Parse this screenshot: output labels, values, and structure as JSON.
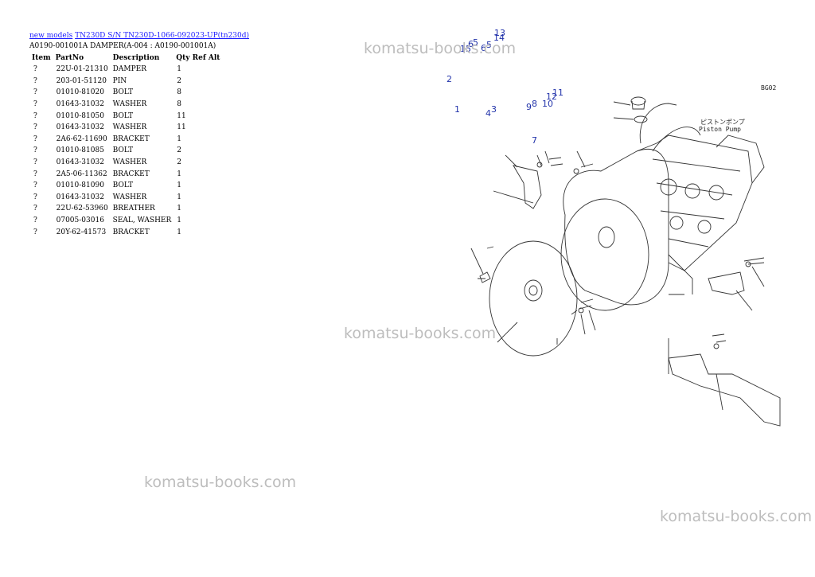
{
  "breadcrumb": {
    "link1": "new models",
    "link2": "TN230D S/N TN230D-1066-092023-UP(tn230d)"
  },
  "subtitle": "A0190-001001A DAMPER(A-004 : A0190-001001A)",
  "table": {
    "headers": [
      "Item",
      "PartNo",
      "Description",
      "Qty Ref Alt"
    ],
    "rows": [
      {
        "item": "?",
        "part": "22U-01-21310",
        "desc": "DAMPER",
        "qty": "1"
      },
      {
        "item": "?",
        "part": "203-01-51120",
        "desc": "PIN",
        "qty": "2"
      },
      {
        "item": "?",
        "part": "01010-81020",
        "desc": "BOLT",
        "qty": "8"
      },
      {
        "item": "?",
        "part": "01643-31032",
        "desc": "WASHER",
        "qty": "8"
      },
      {
        "item": "?",
        "part": "01010-81050",
        "desc": "BOLT",
        "qty": "11"
      },
      {
        "item": "?",
        "part": "01643-31032",
        "desc": "WASHER",
        "qty": "11"
      },
      {
        "item": "?",
        "part": "2A6-62-11690",
        "desc": "BRACKET",
        "qty": "1"
      },
      {
        "item": "?",
        "part": "01010-81085",
        "desc": "BOLT",
        "qty": "2"
      },
      {
        "item": "?",
        "part": "01643-31032",
        "desc": "WASHER",
        "qty": "2"
      },
      {
        "item": "?",
        "part": "2A5-06-11362",
        "desc": "BRACKET",
        "qty": "1"
      },
      {
        "item": "?",
        "part": "01010-81090",
        "desc": "BOLT",
        "qty": "1"
      },
      {
        "item": "?",
        "part": "01643-31032",
        "desc": "WASHER",
        "qty": "1"
      },
      {
        "item": "?",
        "part": "22U-62-53960",
        "desc": "BREATHER",
        "qty": "1"
      },
      {
        "item": "?",
        "part": "07005-03016",
        "desc": "SEAL, WASHER",
        "qty": "1"
      },
      {
        "item": "?",
        "part": "20Y-62-41573",
        "desc": "BRACKET",
        "qty": "1"
      }
    ]
  },
  "diagram": {
    "code": "BG02",
    "label_jp": "ピストンポンプ",
    "label_en": "Piston Pump",
    "callouts": [
      {
        "id": "c13",
        "text": "13"
      },
      {
        "id": "c14",
        "text": "14"
      },
      {
        "id": "c15",
        "text": "15"
      },
      {
        "id": "c6a",
        "text": "6"
      },
      {
        "id": "c5a",
        "text": "5"
      },
      {
        "id": "c6b",
        "text": "6"
      },
      {
        "id": "c5b",
        "text": "5"
      },
      {
        "id": "c2",
        "text": "2"
      },
      {
        "id": "c11",
        "text": "11"
      },
      {
        "id": "c12",
        "text": "12"
      },
      {
        "id": "c10",
        "text": "10"
      },
      {
        "id": "c9",
        "text": "9"
      },
      {
        "id": "c8",
        "text": "8"
      },
      {
        "id": "c1",
        "text": "1"
      },
      {
        "id": "c4",
        "text": "4"
      },
      {
        "id": "c3",
        "text": "3"
      },
      {
        "id": "c7",
        "text": "7"
      }
    ]
  },
  "watermark": "komatsu-books.com"
}
